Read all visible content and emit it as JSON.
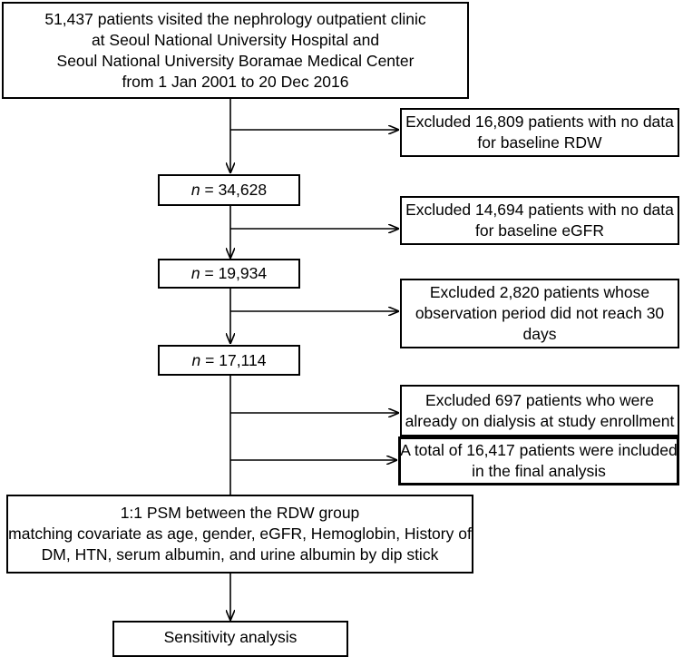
{
  "boxes": {
    "start": {
      "lines": [
        "51,437 patients visited the nephrology outpatient clinic",
        "at Seoul National University Hospital and",
        "Seoul National University Boramae Medical Center",
        "from 1 Jan 2001 to 20 Dec 2016"
      ]
    },
    "excl1": {
      "lines": [
        "Excluded 16,809 patients with no data",
        "for baseline RDW"
      ]
    },
    "n1": {
      "prefix": "n",
      "rest": " = 34,628"
    },
    "excl2": {
      "lines": [
        "Excluded 14,694 patients with no data",
        "for baseline eGFR"
      ]
    },
    "n2": {
      "prefix": "n",
      "rest": " = 19,934"
    },
    "excl3": {
      "lines": [
        "Excluded 2,820 patients whose",
        "observation period did not reach 30",
        "days"
      ]
    },
    "n3": {
      "prefix": "n",
      "rest": " = 17,114"
    },
    "excl4": {
      "lines": [
        "Excluded 697 patients who were",
        "already on dialysis at study enrollment"
      ]
    },
    "included": {
      "lines": [
        "A total of 16,417 patients were included",
        "in the final analysis"
      ]
    },
    "psm": {
      "lines": [
        "1:1 PSM between the RDW group",
        "matching covariate as age, gender, eGFR, Hemoglobin, History of",
        "DM, HTN, serum albumin, and urine albumin by dip stick"
      ]
    },
    "sensitivity": {
      "lines": [
        "Sensitivity analysis"
      ]
    }
  }
}
